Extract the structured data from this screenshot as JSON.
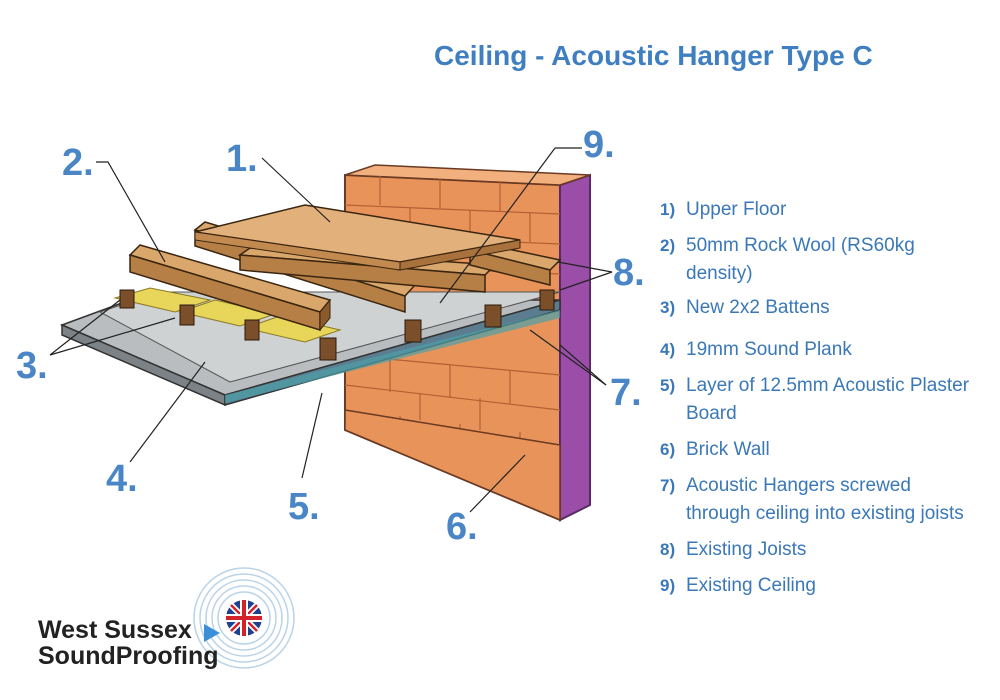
{
  "title": "Ceiling - Acoustic Hanger Type C",
  "callouts": [
    "1.",
    "2.",
    "3.",
    "4.",
    "5.",
    "6.",
    "7.",
    "8.",
    "9."
  ],
  "legend": [
    {
      "num": "1)",
      "text": "Upper Floor"
    },
    {
      "num": "2)",
      "text": "50mm Rock Wool (RS60kg density)"
    },
    {
      "num": "3)",
      "text": "New 2x2 Battens"
    },
    {
      "num": "4)",
      "text": "19mm Sound Plank"
    },
    {
      "num": "5)",
      "text": "Layer of 12.5mm Acoustic Plaster Board"
    },
    {
      "num": "6)",
      "text": "Brick Wall"
    },
    {
      "num": "7)",
      "text": "Acoustic Hangers screwed through ceiling into existing joists"
    },
    {
      "num": "8)",
      "text": "Existing Joists"
    },
    {
      "num": "9)",
      "text": "Existing Ceiling"
    }
  ],
  "logo": {
    "line1": "West Sussex",
    "line2": "SoundProofing"
  },
  "colors": {
    "title": "#3f7fc1",
    "callout": "#4a86c5",
    "legend": "#3a78b8",
    "brick": "#e8935a",
    "timber": "#d9a66c",
    "wool": "#e8d65a",
    "board": "#9aa0a3"
  }
}
